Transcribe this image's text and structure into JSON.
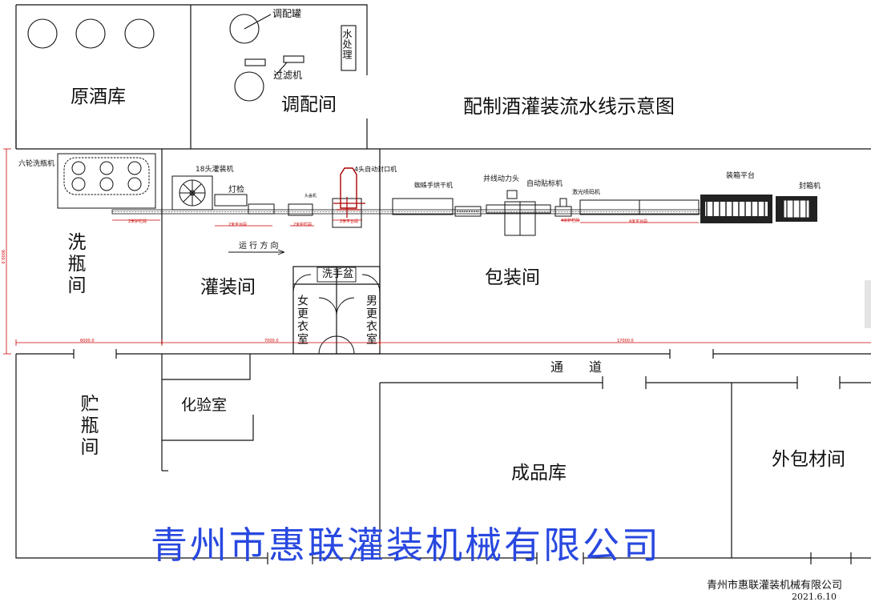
{
  "title": "配制酒灌装流水线示意图",
  "rooms": {
    "raw_wine": "原酒库",
    "blending": "调配间",
    "bottle_wash": "洗瓶间",
    "filling": "灌装间",
    "packaging": "包装间",
    "bottle_store": "贮瓶间",
    "lab": "化验室",
    "finished": "成品库",
    "outer_pack": "外包材间",
    "female_locker": "女更衣室",
    "male_locker": "男更衣室",
    "wash_basin": "洗手盆",
    "corridor": "通　　道"
  },
  "equipment": {
    "blend_tank": "调配罐",
    "filter": "过滤机",
    "water_treatment": "水处理",
    "washer": "六轮洗瓶机",
    "filler": "18头灌装机",
    "light_check": "灯检",
    "capper": "4头自动封口机",
    "dryer": "蜘蛛手烘干机",
    "power_head": "并线动力头",
    "labeler": "自动贴标机",
    "laser": "激光喷码机",
    "boxing": "装箱平台",
    "sealer": "封箱机",
    "small_machine": "头盖机"
  },
  "flow_label": "运 行 方 向",
  "dim_labels": {
    "guard1": "2米护栏段",
    "guard2": "2米护栏段",
    "guard3": "4米护栏段",
    "table1": "2米平台段",
    "table2": "2米平台段",
    "table3": "4米平台段",
    "height": "9000.0",
    "w1": "6000.0",
    "w2": "7000.0",
    "w3": "17000.0"
  },
  "company": "青州市惠联灌装机械有限公司",
  "company_small": "青州市惠联灌装机械有限公司",
  "date": "2021.6.10",
  "colors": {
    "line": "#111111",
    "dimension": "#cc0000",
    "company": "#2848e0"
  }
}
